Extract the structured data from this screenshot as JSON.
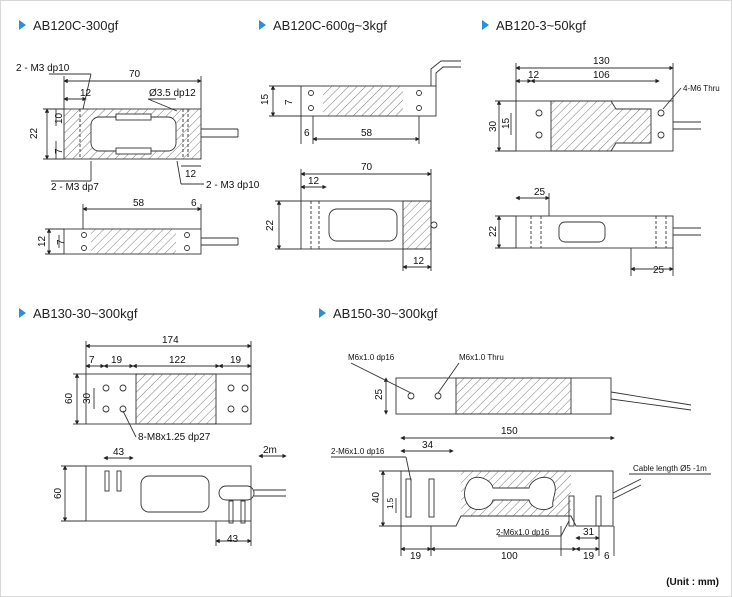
{
  "sections": {
    "s1": {
      "title": "AB120C-300gf"
    },
    "s2": {
      "title": "AB120C-600g~3kgf"
    },
    "s3": {
      "title": "AB120-3~50kgf"
    },
    "s4": {
      "title": "AB130-30~300kgf"
    },
    "s5": {
      "title": "AB150-30~300kgf"
    }
  },
  "dims": {
    "s1": {
      "thread_top": "2 - M3 dp10",
      "len": "70",
      "d12a": "12",
      "hole": "Ø3.5 dp12",
      "h22": "22",
      "h10": "10",
      "h7a": "7",
      "thread_bot": "2 - M3 dp7",
      "d12b": "12",
      "thread_right": "2 - M3 dp10",
      "len58": "58",
      "d6": "6",
      "h12": "12",
      "h7b": "7"
    },
    "s2": {
      "h15": "15",
      "h7": "7",
      "d6": "6",
      "len58": "58",
      "len70": "70",
      "d12a": "12",
      "h22": "22",
      "d12b": "12"
    },
    "s3": {
      "len130": "130",
      "d12": "12",
      "len106": "106",
      "thru": "4-M6 Thru",
      "h30": "30",
      "h15": "15",
      "d25a": "25",
      "h22": "22",
      "d25b": "25"
    },
    "s4": {
      "len174": "174",
      "d7": "7",
      "d19a": "19",
      "len122": "122",
      "d19b": "19",
      "h60": "60",
      "h30": "30",
      "thread": "8-M8x1.25 dp27",
      "d43a": "43",
      "d2m": "2m",
      "h60b": "60",
      "d43b": "43"
    },
    "s5": {
      "dp16a": "M6x1.0 dp16",
      "thru": "M6x1.0 Thru",
      "h25": "25",
      "len150": "150",
      "d34": "34",
      "thread2": "2-M6x1.0 dp16",
      "cable": "Cable length Ø5 -1m",
      "h40": "40",
      "h15": "1.5",
      "d31": "31",
      "thread2b": "2-M6x1.0 dp16",
      "d19a": "19",
      "len100": "100",
      "d19b": "19",
      "d6": "6"
    }
  },
  "footer": {
    "unit": "(Unit : mm)"
  }
}
